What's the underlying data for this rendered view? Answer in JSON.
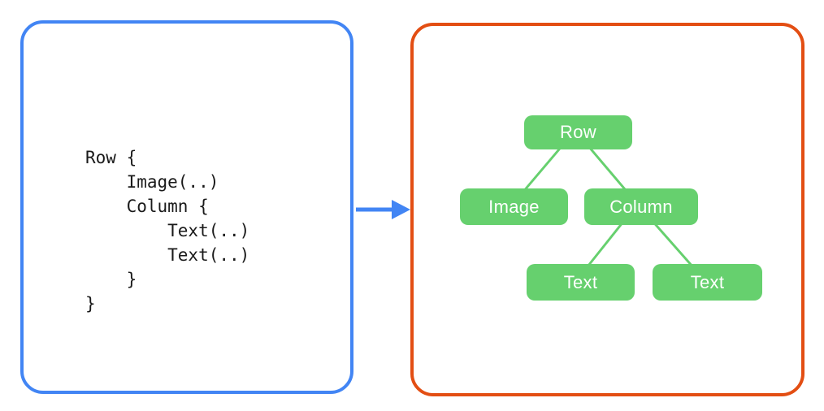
{
  "code_panel": {
    "code": "Row {\n    Image(..)\n    Column {\n        Text(..)\n        Text(..)\n    }\n}"
  },
  "tree_panel": {
    "nodes": [
      {
        "id": "row",
        "label": "Row"
      },
      {
        "id": "image",
        "label": "Image"
      },
      {
        "id": "column",
        "label": "Column"
      },
      {
        "id": "text1",
        "label": "Text"
      },
      {
        "id": "text2",
        "label": "Text"
      }
    ],
    "edges": [
      [
        "row",
        "image"
      ],
      [
        "row",
        "column"
      ],
      [
        "column",
        "text1"
      ],
      [
        "column",
        "text2"
      ]
    ]
  },
  "colors": {
    "code_border": "#4285f4",
    "tree_border": "#e34e13",
    "node_fill": "#66d06e",
    "edge": "#66d06e",
    "arrow": "#4285f4"
  }
}
